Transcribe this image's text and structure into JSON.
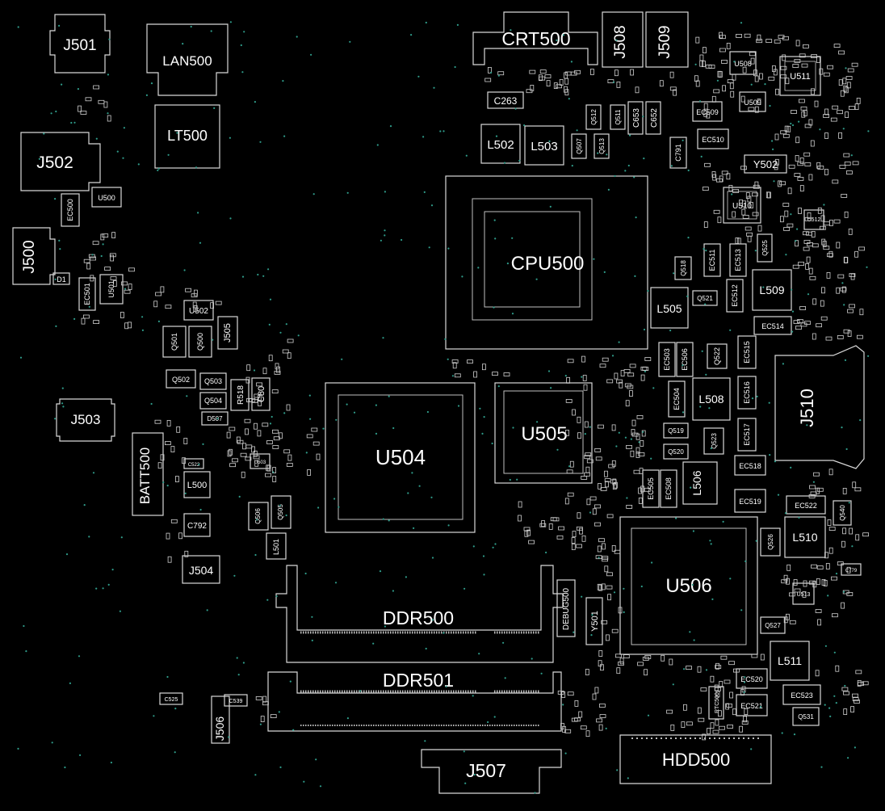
{
  "board": {
    "background": "#000000",
    "outline_color": "#d8d8d8",
    "text_color": "#ffffff",
    "via_color": "#2f9c8a"
  },
  "labels": {
    "j501": "J501",
    "lan500": "LAN500",
    "crt500": "CRT500",
    "j508": "J508",
    "j509": "J509",
    "u508": "U508",
    "u511": "U511",
    "u509": "U509",
    "ec509": "EC509",
    "ec510": "EC510",
    "c263": "C263",
    "l502": "L502",
    "l503": "L503",
    "q512": "Q512",
    "q511": "Q511",
    "c653": "C653",
    "c652": "C652",
    "q507": "Q507",
    "q513": "Q513",
    "c791": "C791",
    "y502": "Y502",
    "lt500": "LT500",
    "j502": "J502",
    "u500": "U500",
    "ec500": "EC500",
    "u510": "U510",
    "u512": "U512",
    "q525": "Q525",
    "j500": "J500",
    "d1": "D1",
    "ec501": "EC501",
    "u501": "U501",
    "cpu500": "CPU500",
    "q518": "Q518",
    "ec511": "EC511",
    "ec513": "EC513",
    "ec512": "EC512",
    "l509": "L509",
    "q521": "Q521",
    "l505": "L505",
    "ec514": "EC514",
    "u502": "U502",
    "q501": "Q501",
    "q500": "Q500",
    "j505": "J505",
    "ec503": "EC503",
    "ec506": "EC506",
    "q522": "Q522",
    "ec515": "EC515",
    "j510": "J510",
    "q502": "Q502",
    "q503": "Q503",
    "q504": "Q504",
    "r518": "R518",
    "c80": "C80",
    "d507": "D507",
    "ec504": "EC504",
    "l508": "L508",
    "ec516": "EC516",
    "j503": "J503",
    "u504": "U504",
    "u505": "U505",
    "q519": "Q519",
    "q523": "Q523",
    "ec517": "EC517",
    "batt500": "BATT500",
    "c522": "C522",
    "l500": "L500",
    "u503": "U503",
    "q520": "Q520",
    "ec518": "EC518",
    "ec505": "EC505",
    "ec508": "EC508",
    "l506": "L506",
    "ec519": "EC519",
    "ec522": "EC522",
    "q540": "Q540",
    "q506": "Q506",
    "q505": "Q505",
    "c792": "C792",
    "l501": "L501",
    "q526": "Q526",
    "l510": "L510",
    "j504": "J504",
    "u506": "U506",
    "c779": "C779",
    "u513": "U513",
    "ddr500": "DDR500",
    "debug500": "DEBUG500",
    "y501": "Y501",
    "q527": "Q527",
    "ddr501": "DDR501",
    "l511": "L511",
    "ec520": "EC520",
    "ec523": "EC523",
    "c525": "C525",
    "c539": "C539",
    "rtc500": "RTC500",
    "ec521": "EC521",
    "q531": "Q531",
    "j506": "J506",
    "j507": "J507",
    "hdd500": "HDD500"
  }
}
